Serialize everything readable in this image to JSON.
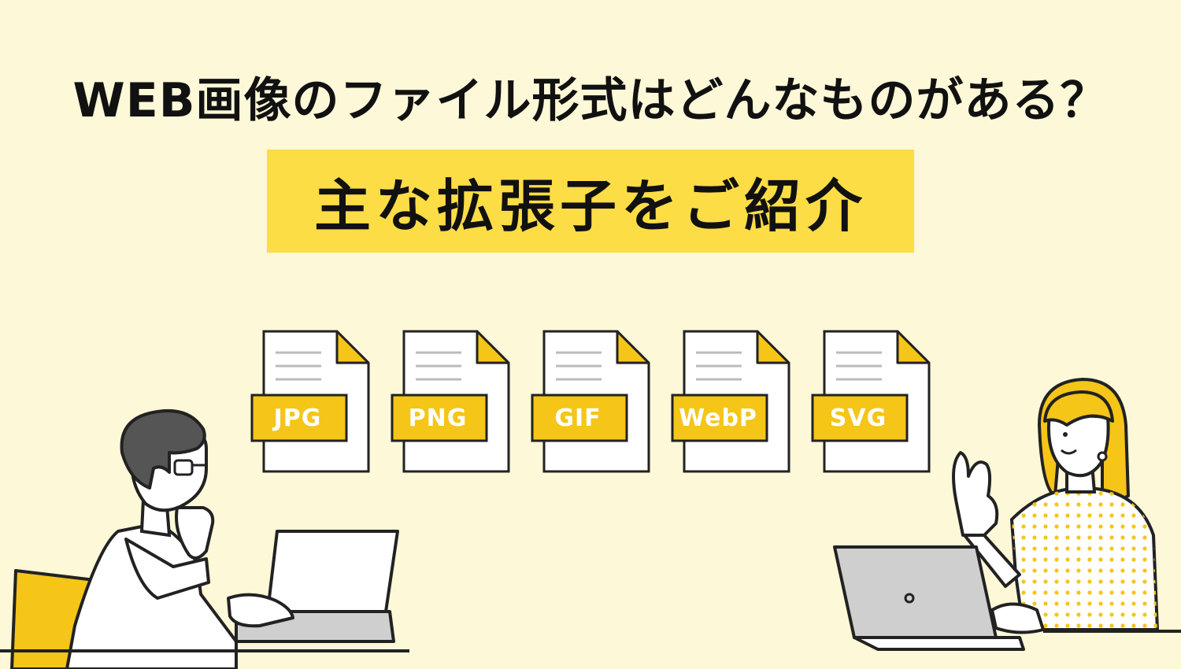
{
  "heading": {
    "title": "WEB画像のファイル形式はどんなものがある？",
    "subtitle": "主な拡張子をご紹介"
  },
  "files": [
    {
      "label": "JPG"
    },
    {
      "label": "PNG"
    },
    {
      "label": "GIF"
    },
    {
      "label": "WebP"
    },
    {
      "label": "SVG"
    }
  ],
  "colors": {
    "background": "#fdf8d8",
    "accent_yellow": "#fddd46",
    "label_yellow": "#f5c518",
    "outline": "#222222",
    "gray": "#cfcfcf"
  }
}
